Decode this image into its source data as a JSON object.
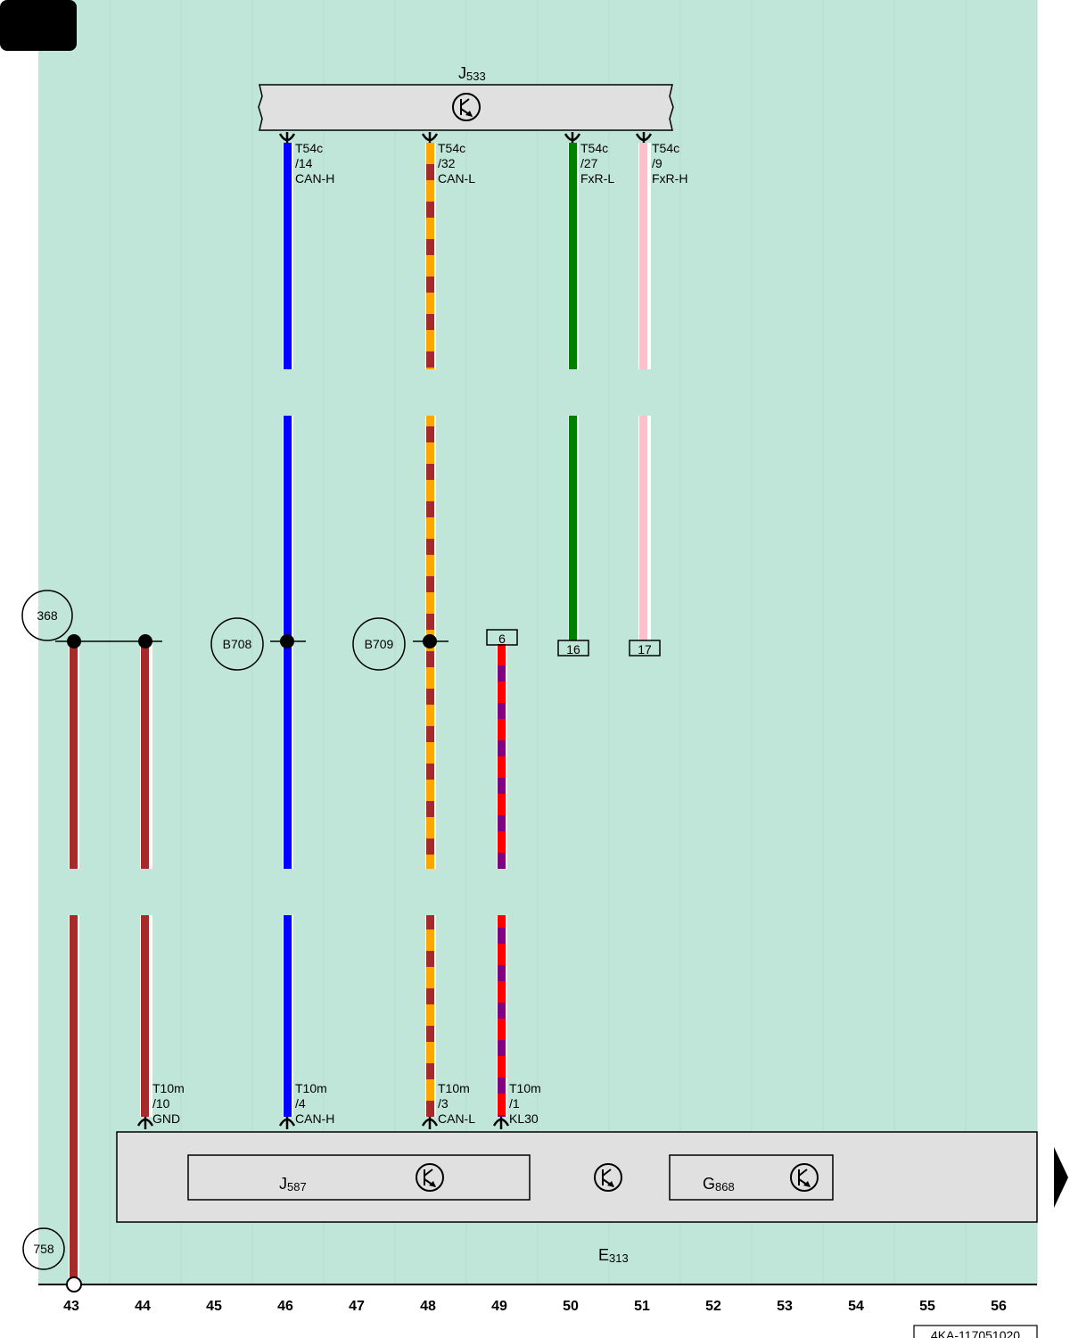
{
  "diagram_id": "4KA-117051020",
  "colors": {
    "background": "#c0e6d9",
    "component_fill": "#e0e0e0",
    "brown": "#a52a2a",
    "blue": "#0000ff",
    "orange": "#ffa500",
    "green": "#008000",
    "pink": "#ffc0cb",
    "red": "#ff0000",
    "violet": "#800080"
  },
  "components": {
    "gateway": {
      "letter": "J",
      "sub": "533"
    },
    "module": {
      "letter": "E",
      "sub": "313"
    },
    "inner1": {
      "letter": "J",
      "sub": "587"
    },
    "inner2": {
      "letter": "G",
      "sub": "868"
    }
  },
  "top_pins": [
    {
      "conn": "T54c",
      "pin": "/14",
      "signal": "CAN-H"
    },
    {
      "conn": "T54c",
      "pin": "/32",
      "signal": "CAN-L"
    },
    {
      "conn": "T54c",
      "pin": "/27",
      "signal": "FxR-L"
    },
    {
      "conn": "T54c",
      "pin": "/9",
      "signal": "FxR-H"
    }
  ],
  "bottom_pins": [
    {
      "conn": "T10m",
      "pin": "/10",
      "signal": "GND"
    },
    {
      "conn": "T10m",
      "pin": "/4",
      "signal": "CAN-H"
    },
    {
      "conn": "T10m",
      "pin": "/3",
      "signal": "CAN-L"
    },
    {
      "conn": "T10m",
      "pin": "/1",
      "signal": "KL30"
    }
  ],
  "references": [
    "368",
    "B708",
    "B709",
    "758"
  ],
  "continuations": [
    "6",
    "16",
    "17"
  ],
  "columns": [
    "43",
    "44",
    "45",
    "46",
    "47",
    "48",
    "49",
    "50",
    "51",
    "52",
    "53",
    "54",
    "55",
    "56"
  ]
}
